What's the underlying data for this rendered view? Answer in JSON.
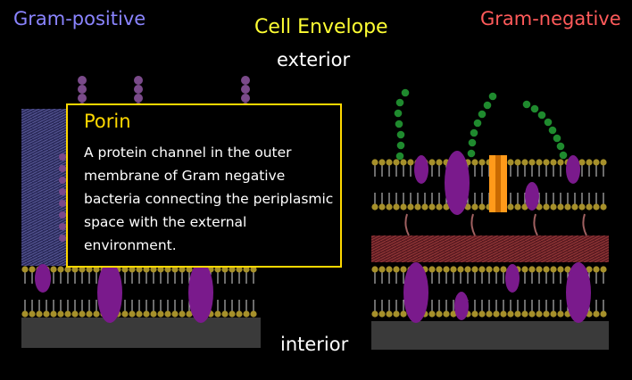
{
  "title": "Cell Envelope",
  "gram_positive_label": "Gram-positive",
  "gram_negative_label": "Gram-negative",
  "exterior_label": "exterior",
  "interior_label": "interior",
  "callout": {
    "heading": "Porin",
    "text": "A protein channel in the outer membrane of Gram negative bacteria connecting the periplasmic space with the external environment."
  },
  "colors": {
    "title": "#ffff33",
    "gram_positive": "#8a84ff",
    "gram_negative": "#ff5a5a",
    "callout_border": "#ffd800",
    "protein": "#7a1a8c",
    "porin": "#ff9a1a",
    "lps": "#1f8a2e",
    "lipid_head": "#a6902a"
  }
}
